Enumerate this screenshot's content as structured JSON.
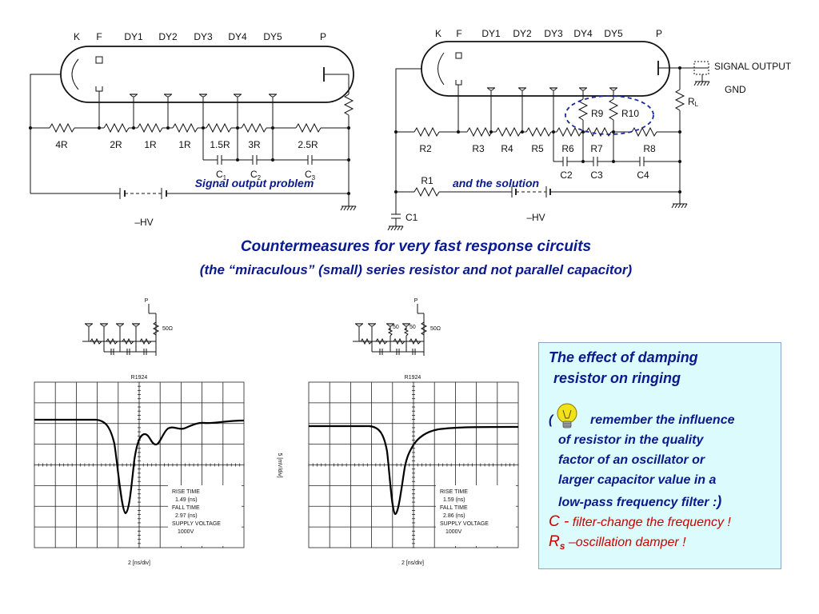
{
  "circuit_left": {
    "pins": [
      "K",
      "F",
      "DY1",
      "DY2",
      "DY3",
      "DY4",
      "DY5",
      "P"
    ],
    "resistors": [
      "4R",
      "2R",
      "1R",
      "1R",
      "1.5R",
      "3R",
      "2.5R"
    ],
    "caps": [
      "C",
      "C",
      "C"
    ],
    "cap_subs": [
      "1",
      "2",
      "3"
    ],
    "hv": "–HV",
    "caption": "Signal output  problem"
  },
  "circuit_right": {
    "pins": [
      "K",
      "F",
      "DY1",
      "DY2",
      "DY3",
      "DY4",
      "DY5",
      "P"
    ],
    "signal_output": "SIGNAL OUTPUT",
    "gnd": "GND",
    "rl": "R",
    "rl_sub": "L",
    "resistors": [
      "R2",
      "R3",
      "R4",
      "R5",
      "R6",
      "R7",
      "R8"
    ],
    "r9": "R9",
    "r10": "R10",
    "r1": "R1",
    "c1": "C1",
    "caps": [
      "C2",
      "C3",
      "C4"
    ],
    "hv": "–HV",
    "caption": "and the solution"
  },
  "heading": {
    "title": "Countermeasures for very fast response circuits",
    "subtitle": "(the “miraculous” (small) series resistor and not parallel capacitor)"
  },
  "scope_left": {
    "p_label": "P",
    "load": "50Ω",
    "name": "R1924",
    "rise_label": "RISE TIME",
    "rise_val": "1.49 (ns)",
    "fall_label": "FALL TIME",
    "fall_val": "2.97 (ns)",
    "supply_label": "SUPPLY VOLTAGE",
    "supply_val": "1000V",
    "xlabel": "2 [ns/div]"
  },
  "scope_right": {
    "p_label": "P",
    "load": "50Ω",
    "damp1": "50",
    "damp2": "50",
    "name": "R1924",
    "rise_label": "RISE TIME",
    "rise_val": "1.59 (ns)",
    "fall_label": "FALL TIME",
    "fall_val": "2.86 (ns)",
    "supply_label": "SUPPLY VOLTAGE",
    "supply_val": "1000V",
    "xlabel": "2 [ns/div]"
  },
  "ylabel": "5 [mV/div]",
  "note": {
    "title1": "The effect of damping",
    "title2": "resistor on ringing",
    "open_paren": "(",
    "line1": "remember the influence",
    "line2": "of resistor in the quality",
    "line3": "factor of an oscillator or",
    "line4": "larger capacitor value in a",
    "line5": "low-pass frequency filter :",
    "close_paren": ")",
    "c_symbol": "C -",
    "c_text": "filter-change the frequency !",
    "rs_symbol": "R",
    "rs_sub": "s",
    "rs_text": "–oscillation damper !"
  },
  "colors": {
    "caption_blue": "#0a1a8c",
    "note_red": "#cc0000",
    "note_bg": "#dcfbfd",
    "highlight_ellipse": "#1a2a9c",
    "bulb": "#f2e21a"
  },
  "icons": [
    "light-bulb-icon",
    "ground-icon"
  ]
}
